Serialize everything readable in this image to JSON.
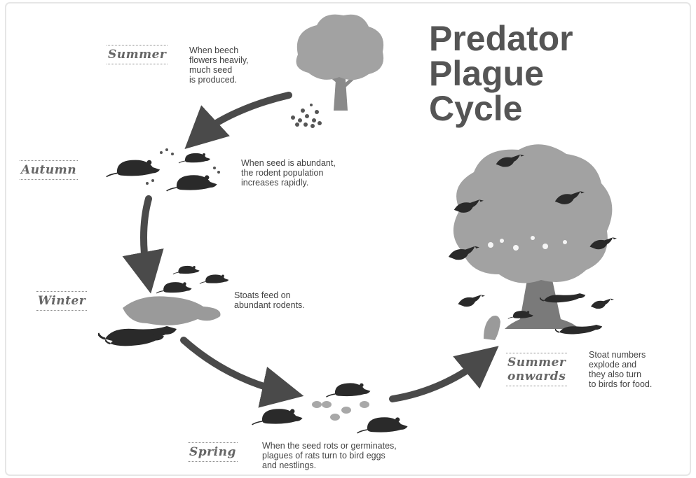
{
  "title": [
    "Predator",
    "Plague",
    "Cycle"
  ],
  "stages": [
    {
      "season": "Summer",
      "description": "When beech\nflowers heavily,\nmuch seed\nis produced."
    },
    {
      "season": "Autumn",
      "description": "When seed is abundant,\nthe rodent population\nincreases rapidly."
    },
    {
      "season": "Winter",
      "description": "Stoats feed on\nabundant rodents."
    },
    {
      "season": "Spring",
      "description": "When the seed rots or germinates,\nplagues of rats turn to bird eggs\nand nestlings."
    },
    {
      "season": "Summer\nonwards",
      "description": "Stoat numbers\nexplode and\nthey also turn\nto birds for food."
    }
  ],
  "colors": {
    "dark": "#2a2a2a",
    "grey": "#9a9a9a",
    "arrow": "#4a4a4a"
  }
}
